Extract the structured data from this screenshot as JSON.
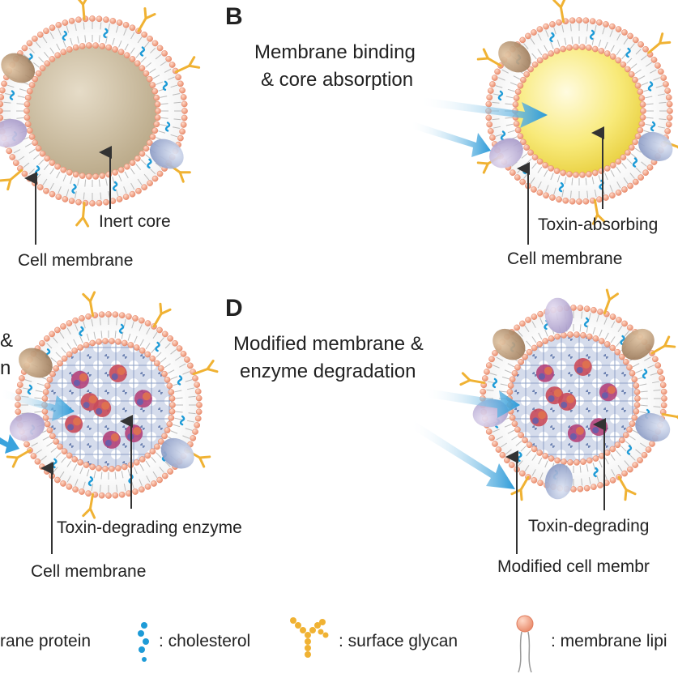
{
  "panels": {
    "a": {
      "inert_core": "Inert core",
      "cell_membrane": "Cell membrane"
    },
    "b": {
      "letter": "B",
      "mechanism_line1": "Membrane binding",
      "mechanism_line2": "& core absorption",
      "core_label": "Toxin-absorbing",
      "cell_membrane": "Cell membrane"
    },
    "c": {
      "mechanism_fragment_1": "&",
      "mechanism_fragment_2": "n",
      "enzyme_label": "Toxin-degrading enzyme",
      "cell_membrane": "Cell membrane"
    },
    "d": {
      "letter": "D",
      "mechanism_line1": "Modified membrane &",
      "mechanism_line2": "enzyme degradation",
      "enzyme_label": "Toxin-degrading",
      "cell_membrane": "Modified cell membr"
    }
  },
  "legend": {
    "membrane_protein": "rane protein",
    "cholesterol": ": cholesterol",
    "surface_glycan": ": surface glycan",
    "membrane_lipid": ": membrane lipi"
  },
  "colors": {
    "lipid_head": "#f2a98e",
    "cholesterol": "#1e9bd7",
    "glycan": "#f0b233",
    "arrow": "#3aa3dd",
    "inert_core": "#c9bb9f",
    "absorbing_core": "#f3e15a",
    "enzyme_core": "#c7cfe0"
  }
}
